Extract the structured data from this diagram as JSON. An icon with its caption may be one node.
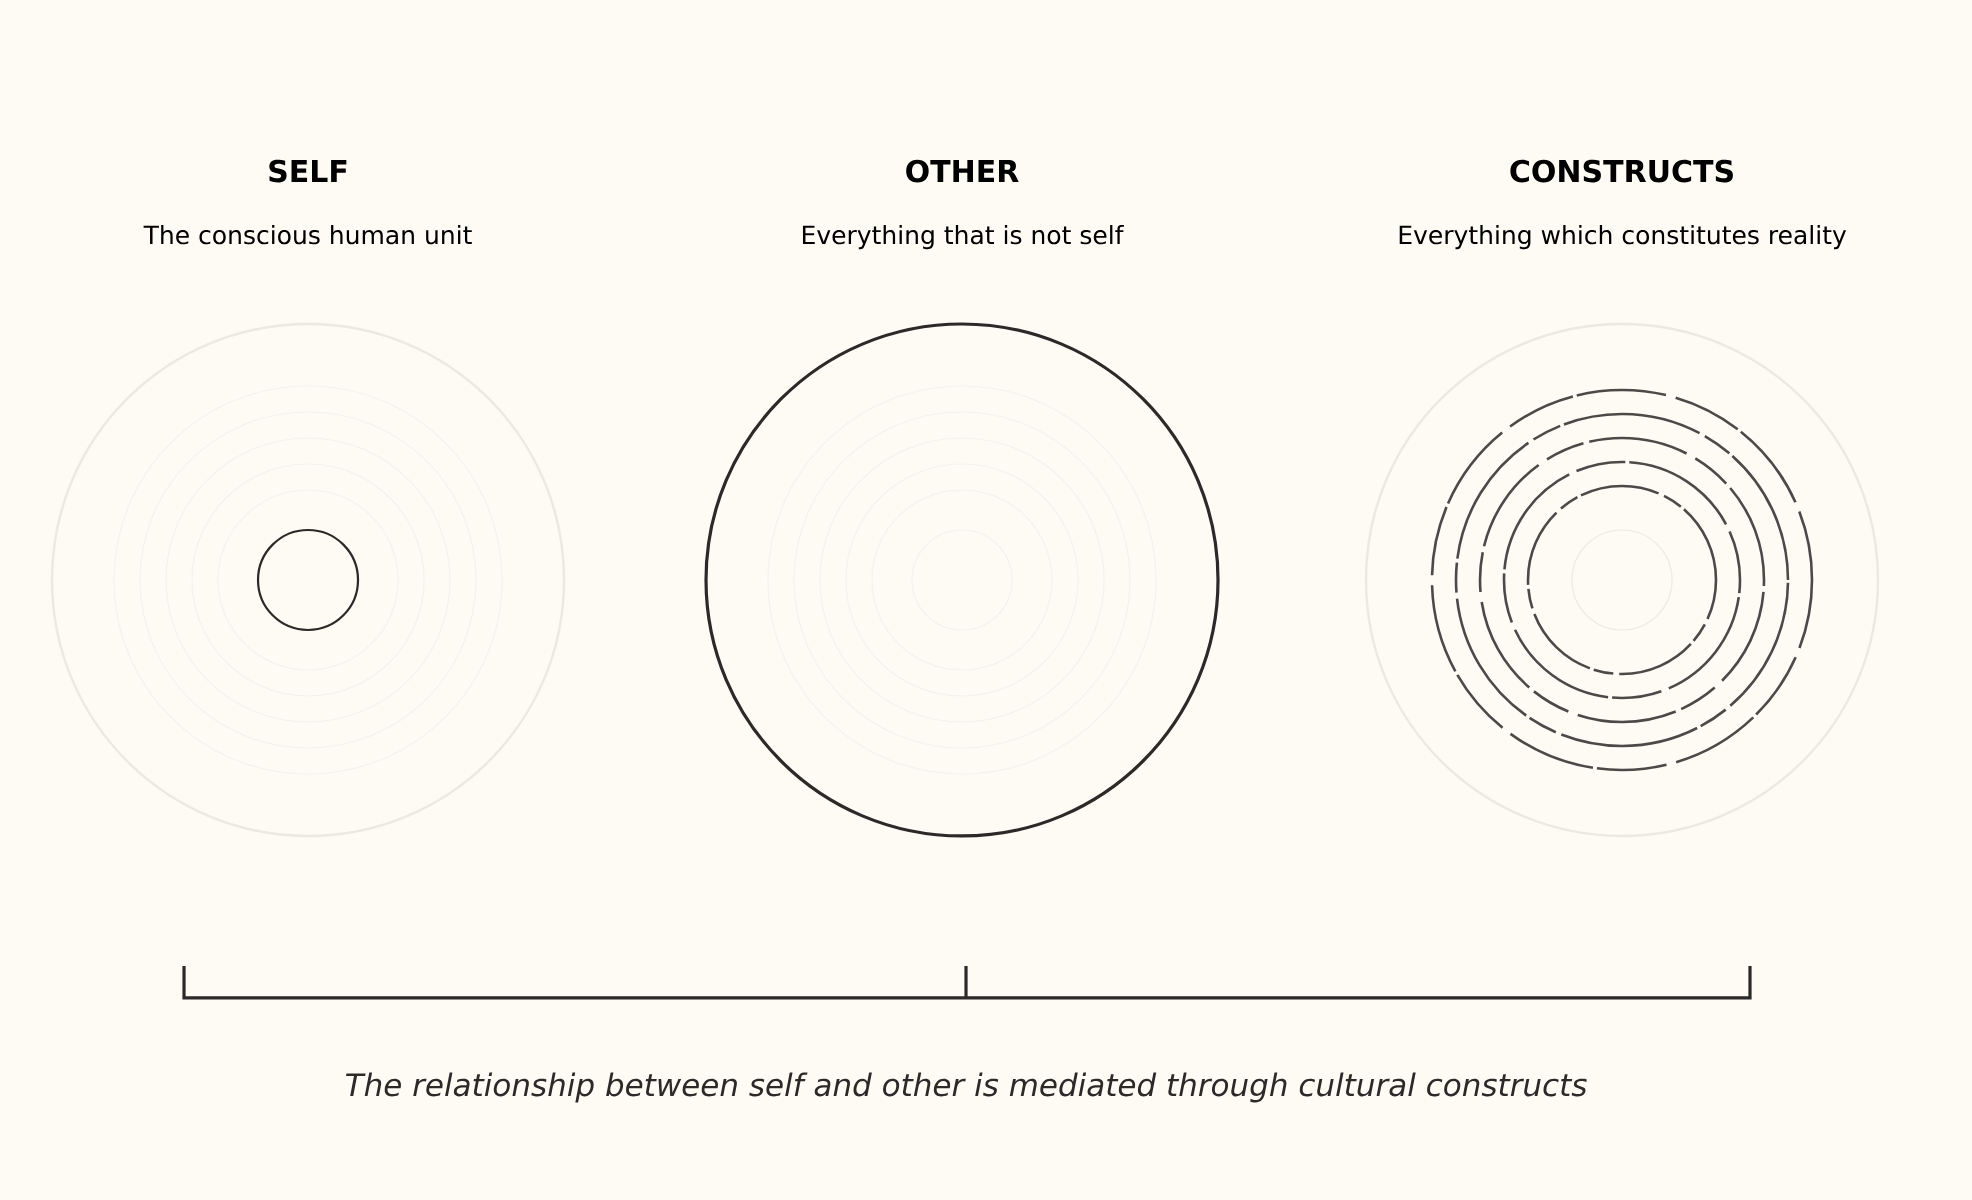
{
  "diagram": {
    "caption": "The relationship between self and other is mediated through cultural constructs",
    "nodes": [
      {
        "text": [
          "SELF",
          "The conscious human unit"
        ]
      },
      {
        "text": [
          "OTHER",
          "Everything that is not self"
        ]
      },
      {
        "text": [
          "CONSTRUCTS",
          "Everything which constitutes reality"
        ]
      }
    ]
  }
}
